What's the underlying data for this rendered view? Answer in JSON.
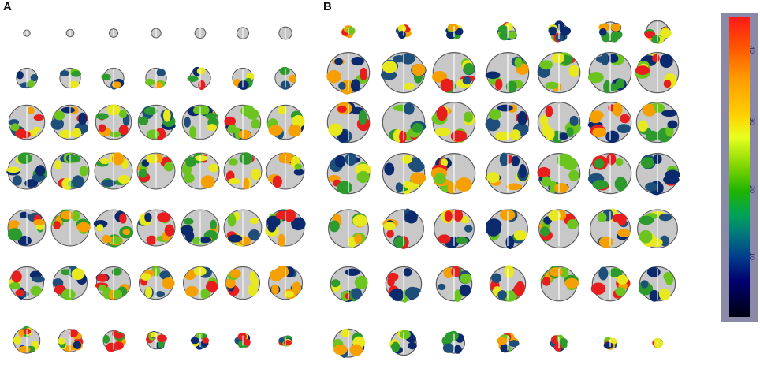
{
  "panels": [
    {
      "label": "A",
      "orientation": "axial",
      "rows": 7,
      "cols": 7
    },
    {
      "label": "B",
      "orientation": "coronal",
      "rows": 7,
      "cols": 7
    }
  ],
  "colorbar": {
    "ticks": [
      "40",
      "30",
      "20",
      "10"
    ],
    "tick_fractions": [
      0.11,
      0.35,
      0.575,
      0.8
    ]
  },
  "colors": {
    "tissue": "#c8c8c8",
    "tissue_edge": "#5a5a5a",
    "map": [
      "#0b2a6e",
      "#1e4f7a",
      "#2d9a2d",
      "#6cc51e",
      "#e8e81e",
      "#f5a000",
      "#e81e1e"
    ]
  }
}
